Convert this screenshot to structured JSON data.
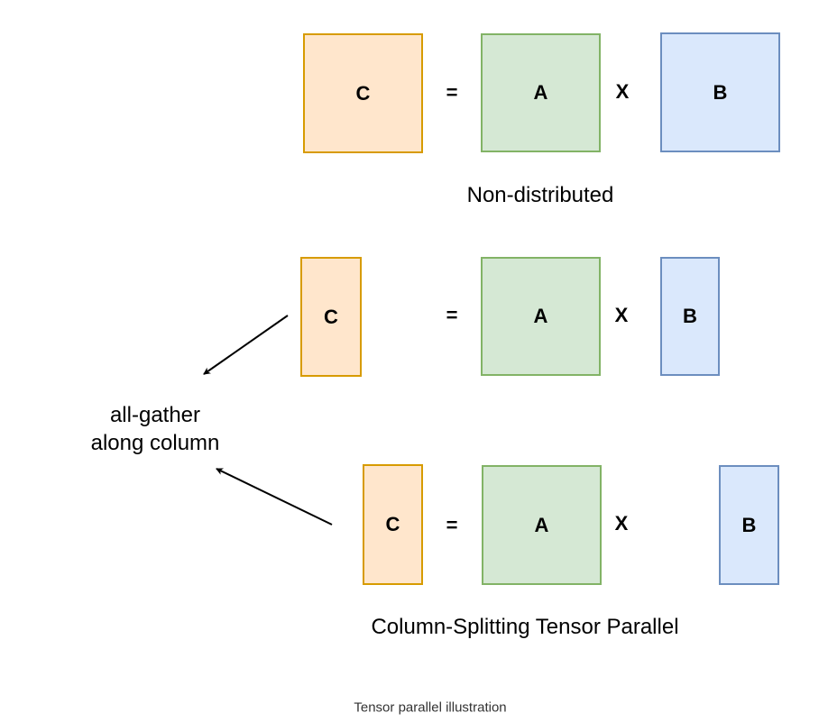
{
  "rows": {
    "full": {
      "c": "C",
      "eq": "=",
      "a": "A",
      "x": "X",
      "b": "B",
      "label": "Non-distributed"
    },
    "split1": {
      "c": "C",
      "eq": "=",
      "a": "A",
      "x": "X",
      "b": "B"
    },
    "split2": {
      "c": "C",
      "eq": "=",
      "a": "A",
      "x": "X",
      "b": "B",
      "label": "Column-Splitting Tensor Parallel"
    }
  },
  "annotation": {
    "line1": "all-gather",
    "line2": "along column"
  },
  "caption": "Tensor parallel illustration",
  "colors": {
    "c": {
      "fill": "#FFE6CC",
      "stroke": "#D79B00"
    },
    "a": {
      "fill": "#D5E8D4",
      "stroke": "#82B366"
    },
    "b": {
      "fill": "#DAE8FC",
      "stroke": "#6C8EBF"
    },
    "arrow": "#000000",
    "text": "#000000",
    "caption": "#333333"
  }
}
